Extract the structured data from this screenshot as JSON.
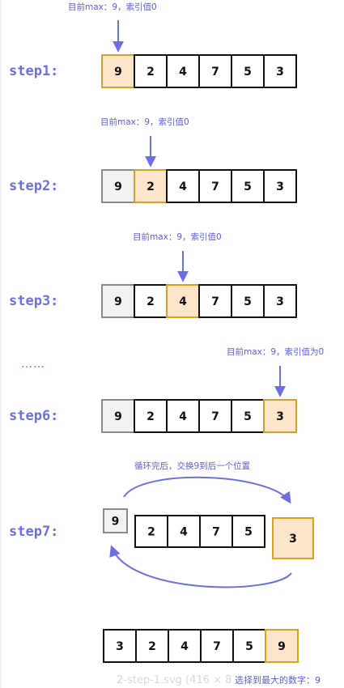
{
  "steps": [
    {
      "label": "step1:",
      "note": "目前max：9，索引值0",
      "values": [
        "9",
        "2",
        "4",
        "7",
        "5",
        "3"
      ],
      "highlight": 0,
      "visited": []
    },
    {
      "label": "step2:",
      "note": "目前max：9，索引值0",
      "values": [
        "9",
        "2",
        "4",
        "7",
        "5",
        "3"
      ],
      "highlight": 1,
      "visited": [
        0
      ]
    },
    {
      "label": "step3:",
      "note": "目前max：9，索引值0",
      "values": [
        "9",
        "2",
        "4",
        "7",
        "5",
        "3"
      ],
      "highlight": 2,
      "visited": [
        0
      ]
    },
    {
      "label": "step6:",
      "note": "目前max：9，索引值为0",
      "values": [
        "9",
        "2",
        "4",
        "7",
        "5",
        "3"
      ],
      "highlight": 5,
      "visited": [
        0
      ]
    }
  ],
  "ellipsis": "……",
  "step7": {
    "label": "step7:",
    "note": "循环完后，交换9到后一个位置",
    "swapped_out": "9",
    "middle": [
      "2",
      "4",
      "7",
      "5"
    ],
    "swapped_in": "3"
  },
  "result": {
    "values": [
      "3",
      "2",
      "4",
      "7",
      "5",
      "9"
    ],
    "highlight": 5,
    "note": "选择到最大的数字：9"
  },
  "caption": "2-step-1.svg (416 × 8??)",
  "colors": {
    "accent": "#6b6fe0",
    "highlight_fill": "#fde5cc",
    "highlight_border": "#d9a21c",
    "visited_fill": "#f2f2f2",
    "visited_border": "#8a8a8a",
    "cell_border": "#111111"
  }
}
